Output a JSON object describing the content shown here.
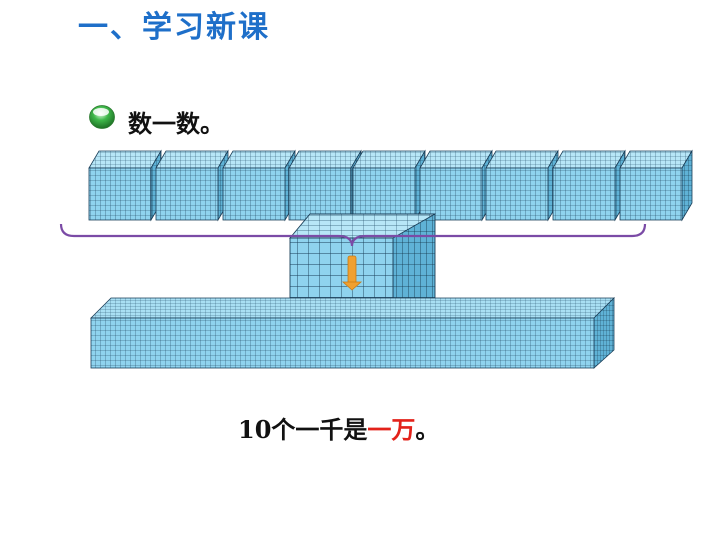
{
  "slide": {
    "title": "一、学习新课",
    "instruction": "数一数。",
    "statement_prefix": "10个一千是",
    "statement_highlight": "一万",
    "statement_suffix": "。"
  },
  "figure": {
    "thousand_cube_count": 9,
    "thousand_cube_label": "thousand-cube",
    "colors": {
      "cube_face": "#8FD3EE",
      "cube_grid": "#1A3E58",
      "brace": "#7B4BA6",
      "arrow": "#F0A030",
      "title": "#1E6FC9",
      "highlight": "#E3221A"
    }
  }
}
